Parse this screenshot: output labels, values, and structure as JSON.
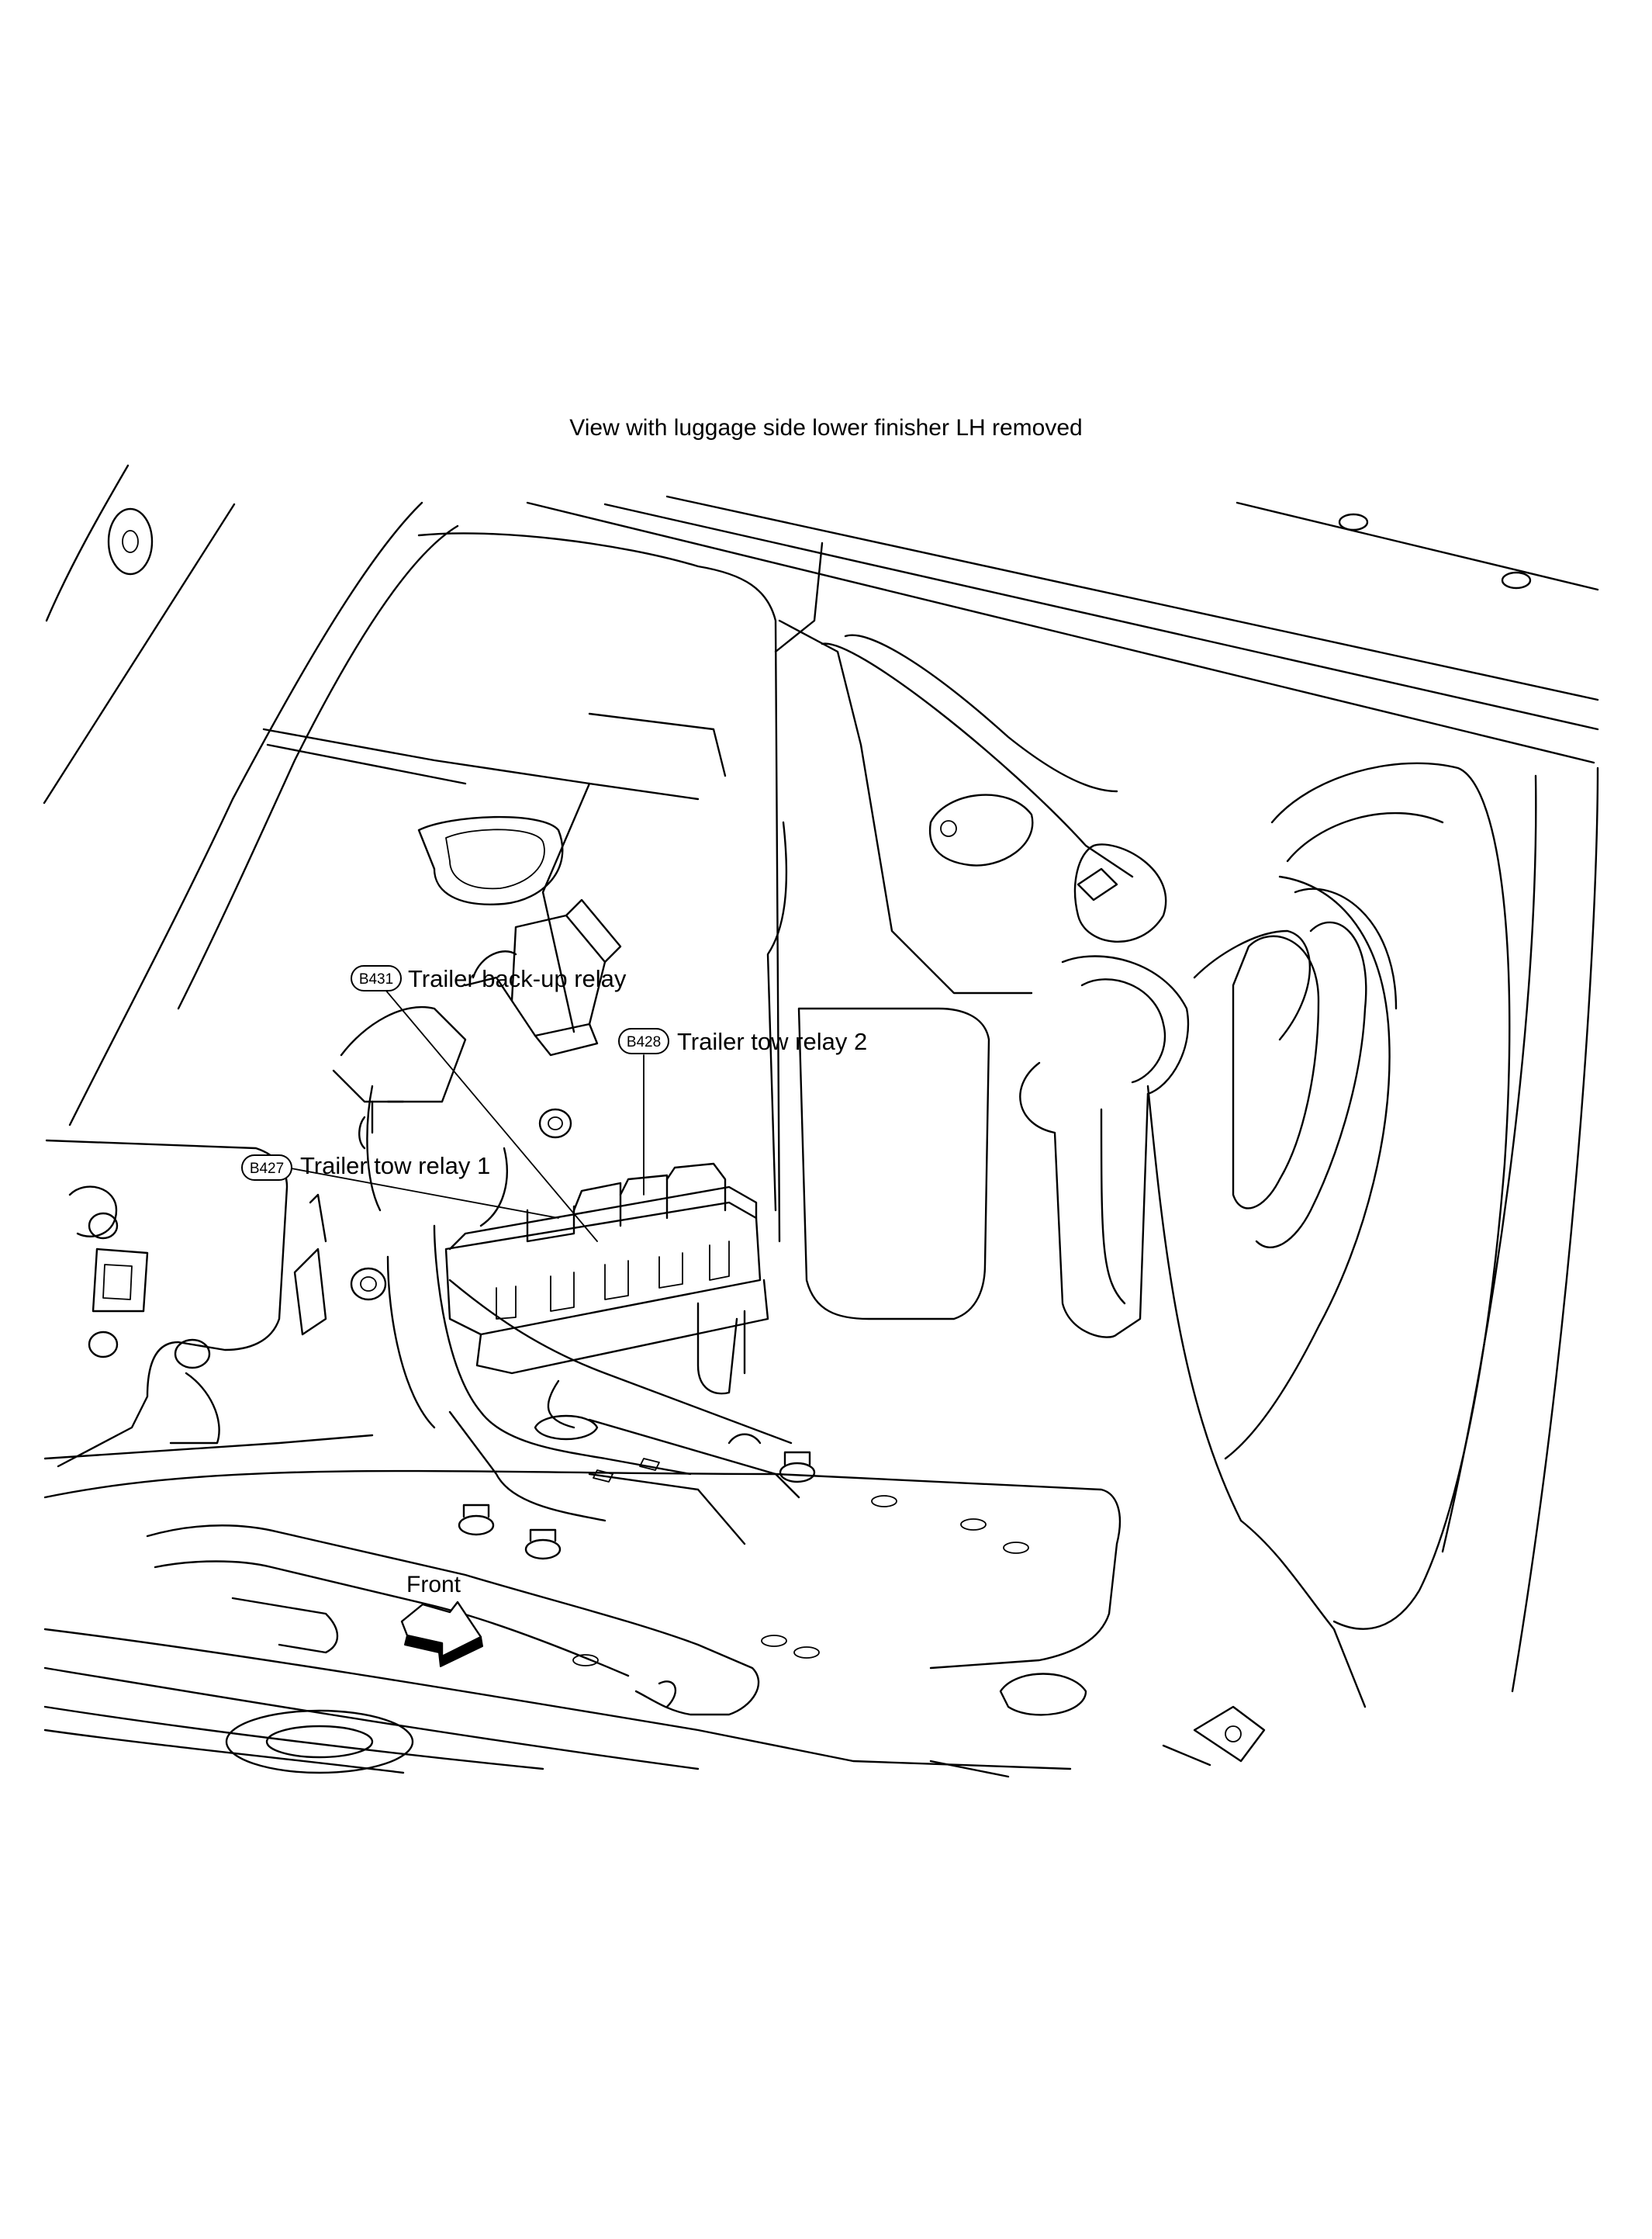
{
  "diagram": {
    "title": "View with luggage side lower finisher LH removed",
    "callouts": [
      {
        "id": "b431",
        "connector": "B431",
        "label": "Trailer back-up relay"
      },
      {
        "id": "b428",
        "connector": "B428",
        "label": "Trailer tow relay 2"
      },
      {
        "id": "b427",
        "connector": "B427",
        "label": "Trailer tow relay 1"
      }
    ],
    "direction_label": "Front"
  }
}
